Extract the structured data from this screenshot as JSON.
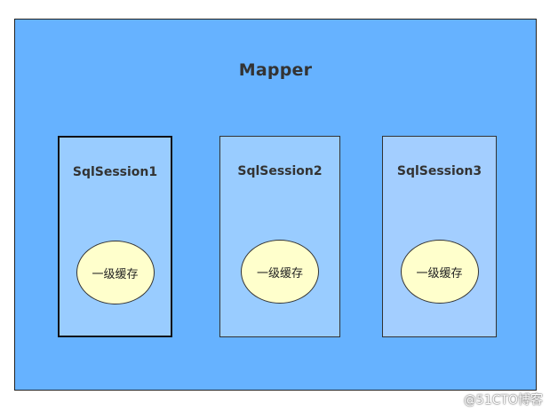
{
  "mapper": {
    "title": "Mapper"
  },
  "sessions": [
    {
      "label": "SqlSession1",
      "cache_label": "一级缓存"
    },
    {
      "label": "SqlSession2",
      "cache_label": "一级缓存"
    },
    {
      "label": "SqlSession3",
      "cache_label": "一级缓存"
    }
  ],
  "watermark": "@51CTO博客",
  "colors": {
    "mapper_fill": "#66b2ff",
    "session_fill": "#99ccff",
    "cache_fill": "#ffffcc",
    "border": "#333333"
  }
}
